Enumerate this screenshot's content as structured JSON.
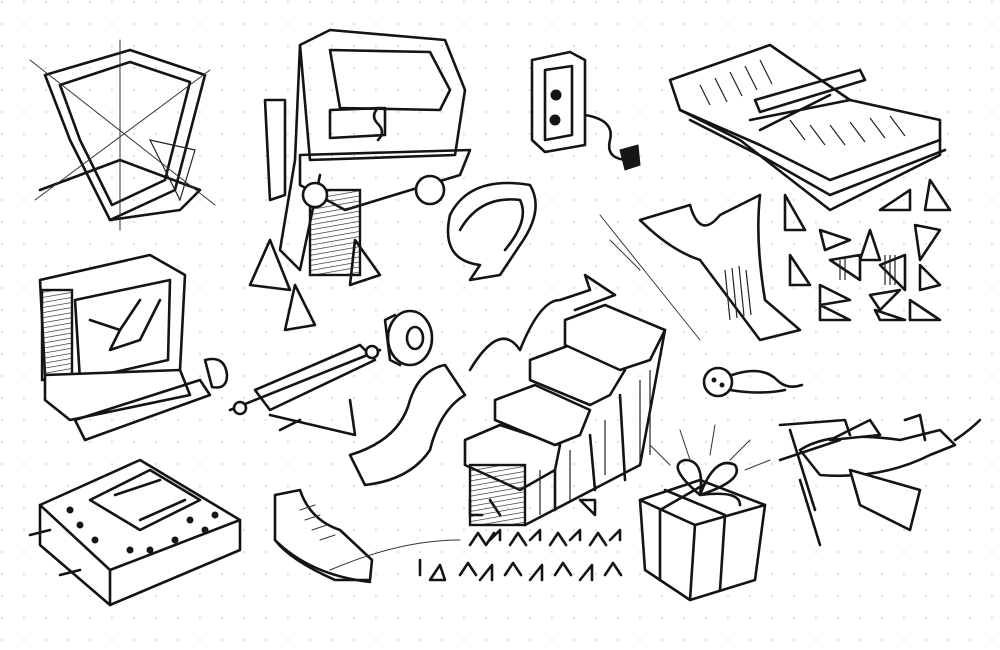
{
  "sheet": {
    "background": "#ffffff",
    "ink": "#141414",
    "grid_dots": "#c8c8c8",
    "sketches": [
      "x-frame",
      "press-machine",
      "speaker-box",
      "open-book",
      "ribbon-loop",
      "triangle-studies",
      "curled-sheet",
      "cracked-tv",
      "tape-roll",
      "roller-rod",
      "staircase",
      "meteor",
      "gift-box",
      "airplane",
      "maze-board",
      "shoe",
      "glyph-rows"
    ]
  }
}
